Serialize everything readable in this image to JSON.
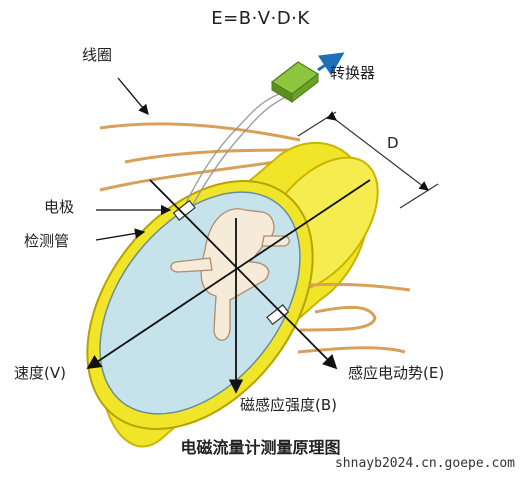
{
  "formula": "E=B·V·D·K",
  "labels": {
    "coil": "线圈",
    "converter": "转换器",
    "diameter": "D",
    "electrode": "电极",
    "tube": "检测管",
    "velocity": "速度(V)",
    "emf": "感应电动势(E)",
    "field": "磁感应强度(B)"
  },
  "caption": "电磁流量计测量原理图",
  "watermark": "shnayb2024.cn.goepe.com",
  "colors": {
    "tube_yellow": "#f1e52a",
    "tube_edge": "#c9b400",
    "inner_blue": "#c6e2ea",
    "coil_orange": "#d9a05a",
    "converter_green": "#8cc63f",
    "arrow_blue": "#1f6fb8"
  }
}
